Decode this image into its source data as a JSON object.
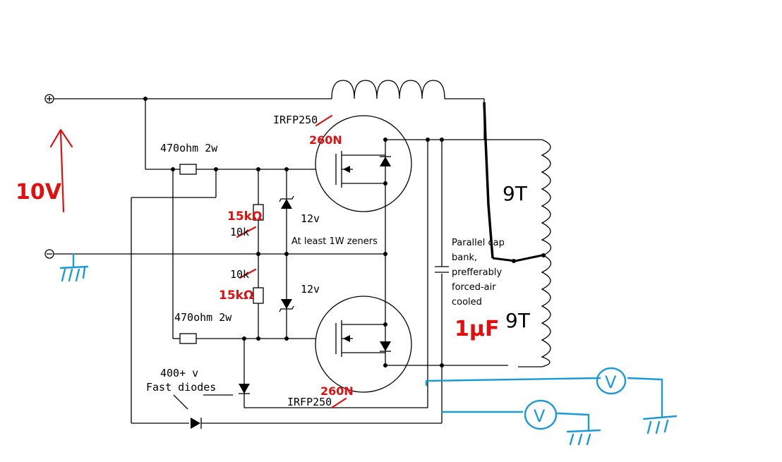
{
  "labels": {
    "irfp_top": "IRFP250",
    "irfp_bottom": "IRFP250",
    "r_top": "470ohm 2w",
    "r_bottom": "470ohm 2w",
    "r_10k_top": "10k",
    "r_10k_bottom": "10k",
    "zener_top": "12v",
    "zener_bottom": "12v",
    "zener_note": "At least 1W zeners",
    "diodes_line1": "400+ v",
    "diodes_line2": "Fast diodes",
    "cap_line1": "Parallel cap",
    "cap_line2": "bank,",
    "cap_line3": "prefferably",
    "cap_line4": "forced-air",
    "cap_line5": "cooled",
    "plus_sign": "+",
    "minus_sign": "−"
  },
  "annotations": {
    "voltage": "10V",
    "r_15k_top": "15kΩ",
    "r_15k_bottom": "15kΩ",
    "mos_top": "260N",
    "mos_bottom": "260N",
    "turns_top": "9T",
    "turns_bottom": "9T",
    "cap_value": "1µF",
    "meter_symbol": "V"
  },
  "colors": {
    "annotation_red": "#e01010",
    "annotation_blue": "#1a9ad8",
    "wire": "#000000"
  }
}
